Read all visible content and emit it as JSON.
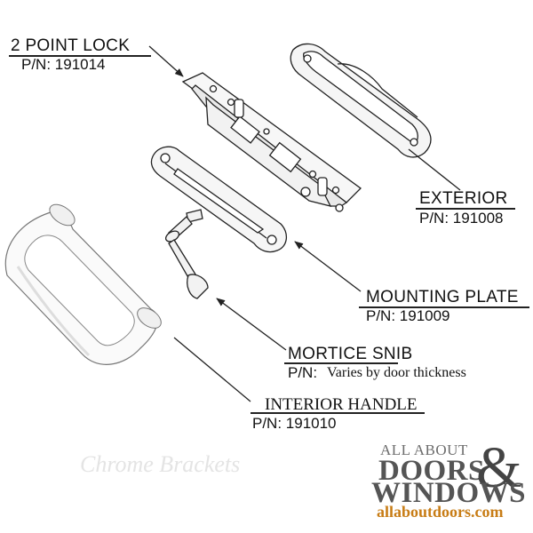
{
  "parts": [
    {
      "name": "2 POINT LOCK",
      "part_number": "P/N: 191014"
    },
    {
      "name": "EXTERIOR",
      "part_number": "P/N: 191008"
    },
    {
      "name": "MOUNTING PLATE",
      "part_number": "P/N: 191009"
    },
    {
      "name": "MORTICE SNIB",
      "part_number_prefix": "P/N:",
      "part_number_note": "Varies by door thickness"
    },
    {
      "name": "INTERIOR  HANDLE",
      "part_number": "P/N: 191010"
    }
  ],
  "watermark": "Chrome Brackets",
  "logo": {
    "top": "ALL ABOUT",
    "doors": "DOORS",
    "amp": "&",
    "windows": "WINDOWS",
    "url": "allaboutdoors.com",
    "url_color": "#c87d16"
  },
  "colors": {
    "line": "#222222",
    "part_fill": "#f7f7f7",
    "handle_fill": "#fafafa"
  }
}
